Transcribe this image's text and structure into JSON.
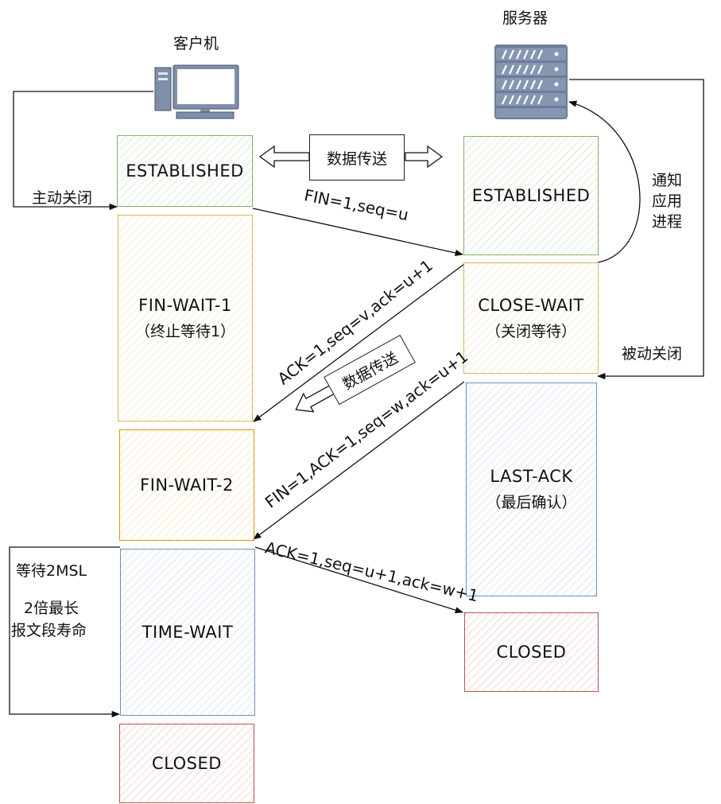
{
  "client": {
    "label": "客户机"
  },
  "server": {
    "label": "服务器"
  },
  "client_states": {
    "established": "ESTABLISHED",
    "fin_wait_1": "FIN-WAIT-1",
    "fin_wait_1_sub": "（终止等待1）",
    "fin_wait_2": "FIN-WAIT-2",
    "time_wait": "TIME-WAIT",
    "closed": "CLOSED"
  },
  "server_states": {
    "established": "ESTABLISHED",
    "close_wait": "CLOSE-WAIT",
    "close_wait_sub": "（关闭等待）",
    "last_ack": "LAST-ACK",
    "last_ack_sub": "（最后确认）",
    "closed": "CLOSED"
  },
  "labels": {
    "active_close": "主动关闭",
    "passive_close": "被动关闭",
    "notify_app": [
      "通知",
      "应用",
      "进程"
    ],
    "data_transfer_top": "数据传送",
    "data_transfer_mid": "数据传送",
    "wait_2msl": "等待2MSL",
    "msl_line1": "2倍最长",
    "msl_line2": "报文段寿命"
  },
  "messages": {
    "m1": "FIN=1,seq=u",
    "m2": "ACK=1,seq=v,ack=u+1",
    "m3": "FIN=1,ACK=1,seq=w,ack=u+1",
    "m4": "ACK=1,seq=u+1,ack=w+1"
  },
  "colors": {
    "established": "#82b366",
    "wait1": "#d6b656",
    "wait2": "#d79b00",
    "blue": "#6c8ebf",
    "closed": "#b85450",
    "server_icon": "#6c7d9c"
  }
}
